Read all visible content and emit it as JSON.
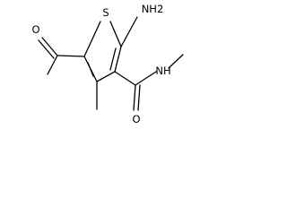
{
  "molecule": {
    "atoms": {
      "sulfur": "S",
      "amino_group": "NH2",
      "carbonyl_oxygen_acetyl": "O",
      "carbonyl_oxygen_amide": "O",
      "amide_nitrogen": "NH"
    }
  }
}
